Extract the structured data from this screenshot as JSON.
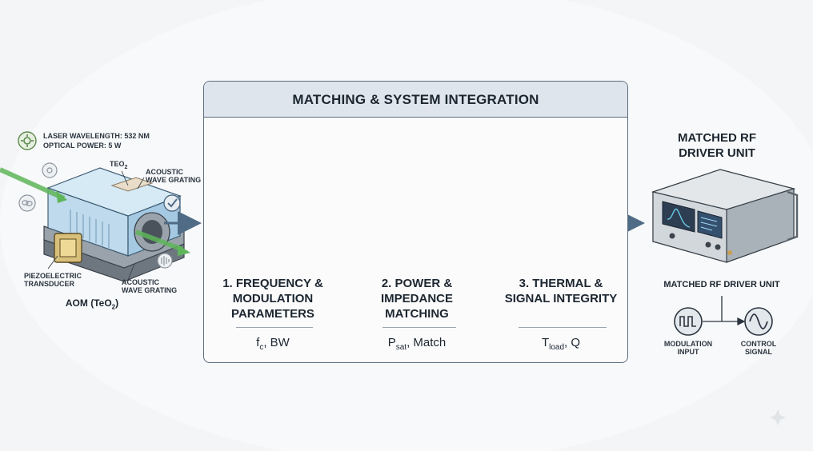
{
  "panel": {
    "title": "MATCHING & SYSTEM INTEGRATION"
  },
  "aom": {
    "spec_wavelength": "LASER WAVELENGTH: 532 nm",
    "spec_power": "OPTICAL POWER: 5 W",
    "label_crystal": "TeO",
    "label_crystal_sub": "2",
    "label_grating_top": "ACOUSTIC\nWAVE GRATING",
    "label_grating_bottom": "ACOUSTIC\nWAVE GRATING",
    "label_transducer": "PIEZOELECTRIC\nTRANSDUCER",
    "caption": "AOM (TeO",
    "caption_sub": "2",
    "caption_end": ")"
  },
  "stages": [
    {
      "title": "1. FREQUENCY &\nMODULATION\nPARAMETERS",
      "param_a": "f",
      "param_a_sub": "c",
      "param_rest": ", BW",
      "icons": [
        "bandwidth-curve-icon",
        "stopwatch-icon"
      ]
    },
    {
      "title": "2. POWER &\nIMPEDANCE\nMATCHING",
      "param_a": "P",
      "param_a_sub": "sat",
      "param_rest": ", Match",
      "icons": [
        "power-icon",
        "smith-chart-icon"
      ]
    },
    {
      "title": "3. THERMAL &\nSIGNAL INTEGRITY",
      "param_a": "T",
      "param_a_sub": "load",
      "param_rest": ", Q",
      "icons": [
        "heatsink-icon",
        "sine-wave-icon"
      ]
    }
  ],
  "driver": {
    "title": "MATCHED RF\nDRIVER UNIT",
    "subtitle": "MATCHED RF DRIVER UNIT",
    "input_label": "MODULATION\nINPUT",
    "output_label": "CONTROL\nSIGNAL"
  },
  "colors": {
    "flow_line": "#4f6b85",
    "panel_header": "#dfe5ec",
    "laser_green": "#5fb65a",
    "copper": "#c8744a"
  }
}
